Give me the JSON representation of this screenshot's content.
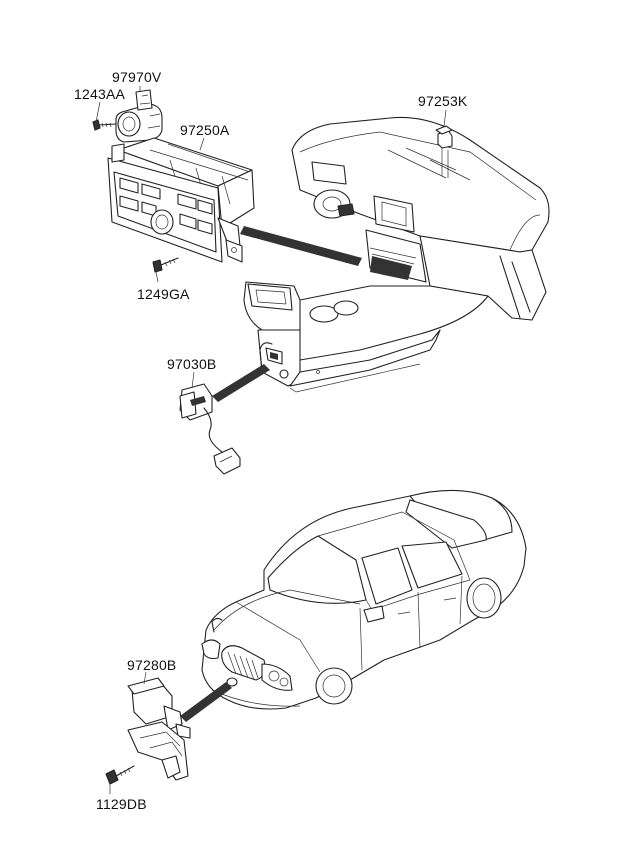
{
  "labels": {
    "p97970V": "97970V",
    "p1243AA": "1243AA",
    "p97250A": "97250A",
    "p97253K": "97253K",
    "p1249GA": "1249GA",
    "p97030B": "97030B",
    "p97280B": "97280B",
    "p1129DB": "1129DB"
  },
  "colors": {
    "line": "#222222",
    "background": "#ffffff",
    "leader": "#111111"
  }
}
